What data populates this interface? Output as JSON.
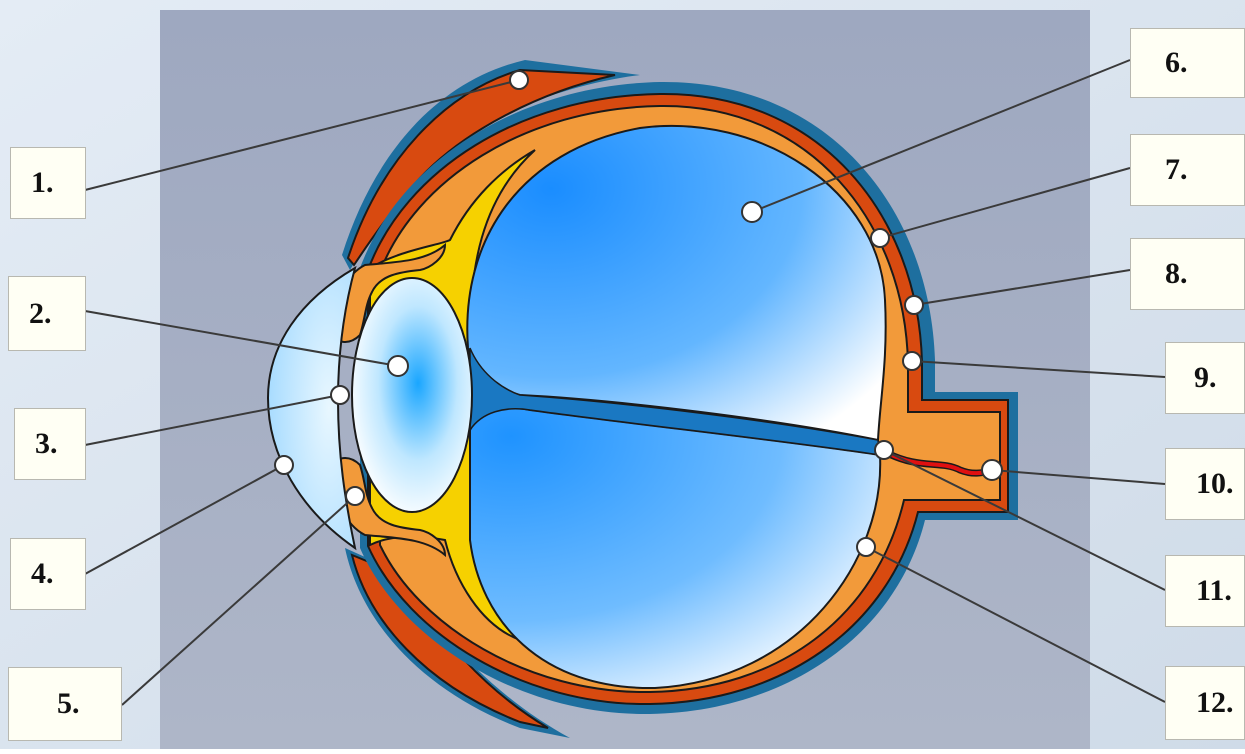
{
  "diagram": {
    "labels": {
      "l1": "1.",
      "l2": "2.",
      "l3": "3.",
      "l4": "4.",
      "l5": "5.",
      "l6": "6.",
      "l7": "7.",
      "l8": "8.",
      "l9": "9.",
      "l10": "10.",
      "l11": "11.",
      "l12": "12."
    },
    "colors": {
      "sclera": "#d84a10",
      "choroid": "#f29a3a",
      "outer_rim": "#1e6f9f",
      "vitreous": "#2e9fff",
      "lens": "#e7f6ff",
      "cornea": "#bfe6ff",
      "ciliary_gel": "#f6d100",
      "background_panel": "#a9b2c6"
    }
  }
}
